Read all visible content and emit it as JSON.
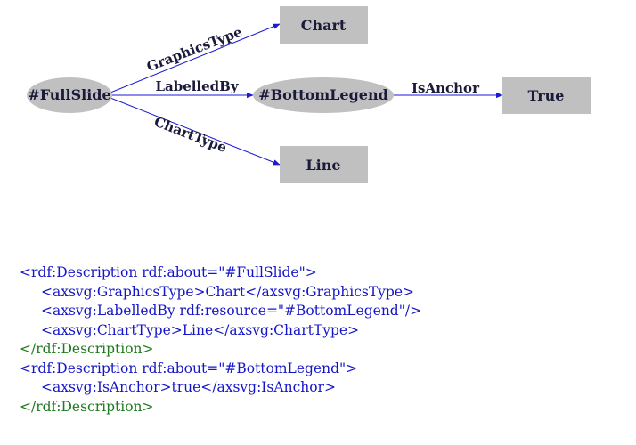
{
  "diagram": {
    "nodes": {
      "full_slide": "#FullSlide",
      "bottom_legend": "#BottomLegend",
      "chart": "Chart",
      "line": "Line",
      "true_value": "True"
    },
    "edges": {
      "graphics_type": "GraphicsType",
      "labelled_by": "LabelledBy",
      "chart_type": "ChartType",
      "is_anchor": "IsAnchor"
    }
  },
  "code": {
    "lines": [
      {
        "text": "<rdf:Description rdf:about=\"#FullSlide\">",
        "color": "#1515c8"
      },
      {
        "text": "<axsvg:GraphicsType>Chart</axsvg:GraphicsType>",
        "color": "#1515c8"
      },
      {
        "text": "<axsvg:LabelledBy rdf:resource=\"#BottomLegend\"/>",
        "color": "#1515c8"
      },
      {
        "text": "<axsvg:ChartType>Line</axsvg:ChartType>",
        "color": "#1515c8"
      },
      {
        "text": "</rdf:Description>",
        "color": "#1f7a1f"
      },
      {
        "text": "<rdf:Description rdf:about=\"#BottomLegend\">",
        "color": "#1515c8"
      },
      {
        "text": "<axsvg:IsAnchor>true</axsvg:IsAnchor>",
        "color": "#1515c8"
      },
      {
        "text": "</rdf:Description>",
        "color": "#1f7a1f"
      }
    ]
  },
  "colors": {
    "ellipse_fill": "#c0c0c0",
    "box_fill": "#c0c0c0",
    "edge": "#1a1ad8",
    "tag_blue": "#1515c8",
    "tag_green": "#1f7a1f"
  }
}
